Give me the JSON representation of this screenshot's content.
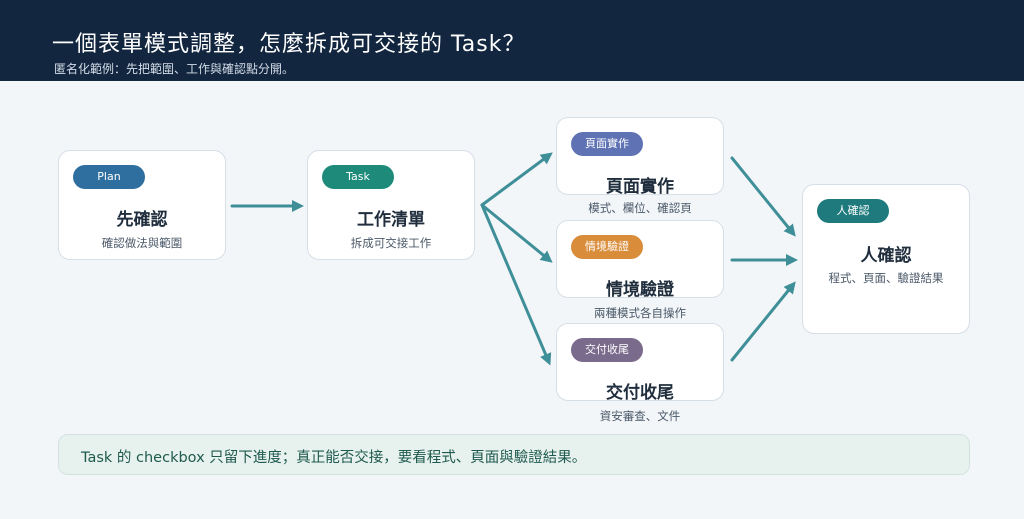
{
  "header": {
    "title": "一個表單模式調整，怎麼拆成可交接的 Task？",
    "subtitle": "匿名化範例：先把範圍、工作與確認點分開。"
  },
  "nodes": {
    "plan": {
      "badge": "Plan",
      "title": "先確認",
      "subtitle": "確認做法與範圍"
    },
    "task": {
      "badge": "Task",
      "title": "工作清單",
      "subtitle": "拆成可交接工作"
    },
    "page": {
      "badge": "頁面實作",
      "title": "頁面實作",
      "caption": "模式、欄位、確認頁"
    },
    "scenario": {
      "badge": "情境驗證",
      "title": "情境驗證",
      "caption": "兩種模式各自操作"
    },
    "handoff": {
      "badge": "交付收尾",
      "title": "交付收尾",
      "caption": "資安審查、文件"
    },
    "review": {
      "badge": "人確認",
      "title": "人確認",
      "subtitle": "程式、頁面、驗證結果"
    }
  },
  "footer": {
    "note": "Task 的 checkbox 只留下進度；真正能否交接，要看程式、頁面與驗證結果。"
  },
  "colors": {
    "header_bg": "#13263f",
    "arrow": "#3f8f98",
    "plan_badge": "#2f6f9f",
    "task_badge": "#1d8a7a",
    "page_badge": "#5e72b4",
    "scenario_badge": "#d98c3a",
    "handoff_badge": "#7a6a8c",
    "review_badge": "#1f7a7d"
  }
}
